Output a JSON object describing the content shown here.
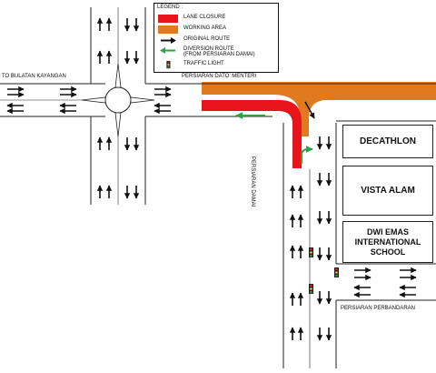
{
  "legend": {
    "title": "LEGEND :",
    "items": [
      {
        "label": "LANE CLOSURE",
        "symbol": "red-block"
      },
      {
        "label": "WORKING AREA",
        "symbol": "orange-block"
      },
      {
        "label": "ORIGINAL ROUTE",
        "symbol": "black-arrow"
      },
      {
        "label": "DIVERSION ROUTE\n(FROM PERSIARAN DAMAI)",
        "symbol": "green-arrow"
      },
      {
        "label": "TRAFFIC LIGHT",
        "symbol": "traffic-light"
      }
    ]
  },
  "roads": {
    "to_bulatan": "TO BULATAN KAYANGAN",
    "dato_menteri": "PERSIARAN DATO' MENTERI",
    "damai": "PERSIARAN DAMAI",
    "perbandaran": "PERSIARAN PERBANDARAN"
  },
  "buildings": {
    "decathlon": "DECATHLON",
    "vista_alam": "VISTA ALAM",
    "dwi_emas": "DWI EMAS\nINTERNATIONAL\nSCHOOL"
  },
  "colors": {
    "lane_closure": "#e8141b",
    "working_area": "#e07a1f",
    "original_route": "#111111",
    "diversion_route": "#2ca24a",
    "road_line": "#222222"
  }
}
